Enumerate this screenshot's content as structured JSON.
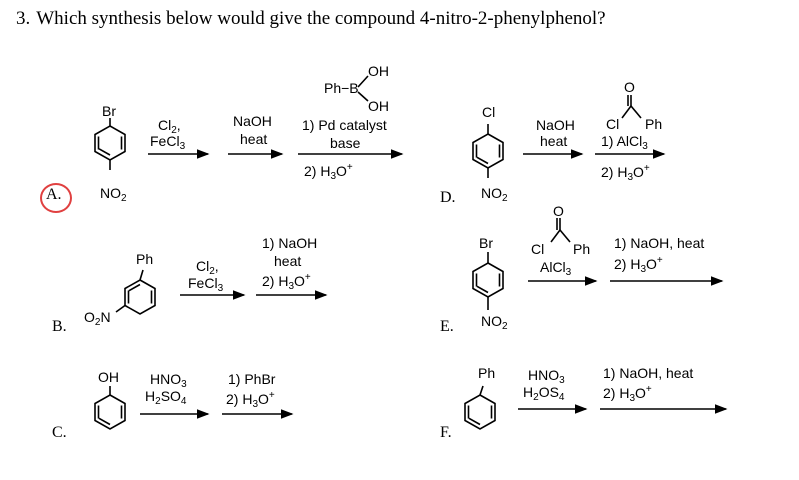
{
  "question": {
    "number": "3.",
    "text": "Which synthesis below would give the compound 4-nitro-2-phenylphenol?"
  },
  "options": {
    "A": {
      "letter": "A.",
      "circled": true,
      "substituent_top": "Br",
      "substituent_bottom_base": "NO",
      "substituent_bottom_sub": "2",
      "step1_line1": "Cl",
      "step1_line1_sub": "2",
      "step1_line2": "FeCl",
      "step1_line2_sub": "3",
      "step2_line1": "NaOH",
      "step2_line2": "heat",
      "boronic_oh_top": "OH",
      "boronic_phb": "Ph−B",
      "boronic_oh_bottom": "OH",
      "step3_line1": "1) Pd catalyst",
      "step3_line2": "base",
      "step3_line3": "2) H",
      "step3_line3_sub": "3",
      "step3_line3_tail": "O",
      "step3_line3_sup": "+"
    },
    "B": {
      "letter": "B.",
      "substituent_ph": "Ph",
      "substituent_o2n": "O",
      "substituent_o2n_sub": "2",
      "substituent_o2n_tail": "N",
      "step1_line1": "Cl",
      "step1_line1_sub": "2",
      "step1_line2": "FeCl",
      "step1_line2_sub": "3",
      "step2_line1": "1) NaOH",
      "step2_line2": "heat",
      "step2_line3": "2) H",
      "step2_line3_sub": "3",
      "step2_line3_tail": "O",
      "step2_line3_sup": "+"
    },
    "C": {
      "letter": "C.",
      "substituent": "OH",
      "step1_line1": "HNO",
      "step1_line1_sub": "3",
      "step1_line2": "H",
      "step1_line2_sub": "2",
      "step1_line2_tail": "SO",
      "step1_line2_sub2": "4",
      "step2_line1": "1) PhBr",
      "step2_line2": "2) H",
      "step2_line2_sub": "3",
      "step2_line2_tail": "O",
      "step2_line2_sup": "+"
    },
    "D": {
      "letter": "D.",
      "substituent_top": "Cl",
      "substituent_bottom_base": "NO",
      "substituent_bottom_sub": "2",
      "step1_line1": "NaOH",
      "step1_line2": "heat",
      "acyl_o": "O",
      "acyl_cl": "Cl",
      "acyl_ph": "Ph",
      "step2_line1": "1) AlCl",
      "step2_line1_sub": "3",
      "step2_line2": "2) H",
      "step2_line2_sub": "3",
      "step2_line2_tail": "O",
      "step2_line2_sup": "+"
    },
    "E": {
      "letter": "E.",
      "substituent_top": "Br",
      "substituent_bottom_base": "NO",
      "substituent_bottom_sub": "2",
      "acyl_o": "O",
      "acyl_cl": "Cl",
      "acyl_ph": "Ph",
      "step1_line": "AlCl",
      "step1_line_sub": "3",
      "step2_line1": "1) NaOH, heat",
      "step2_line2": "2) H",
      "step2_line2_sub": "3",
      "step2_line2_tail": "O",
      "step2_line2_sup": "+"
    },
    "F": {
      "letter": "F.",
      "substituent": "Ph",
      "step1_line1": "HNO",
      "step1_line1_sub": "3",
      "step1_line2": "H",
      "step1_line2_sub": "2",
      "step1_line2_tail": "OS",
      "step1_line2_sub2": "4",
      "step2_line1": "1) NaOH, heat",
      "step2_line2": "2) H",
      "step2_line2_sub": "3",
      "step2_line2_tail": "O",
      "step2_line2_sup": "+"
    }
  },
  "colors": {
    "text": "#000000",
    "answer_circle": "#e04040"
  }
}
